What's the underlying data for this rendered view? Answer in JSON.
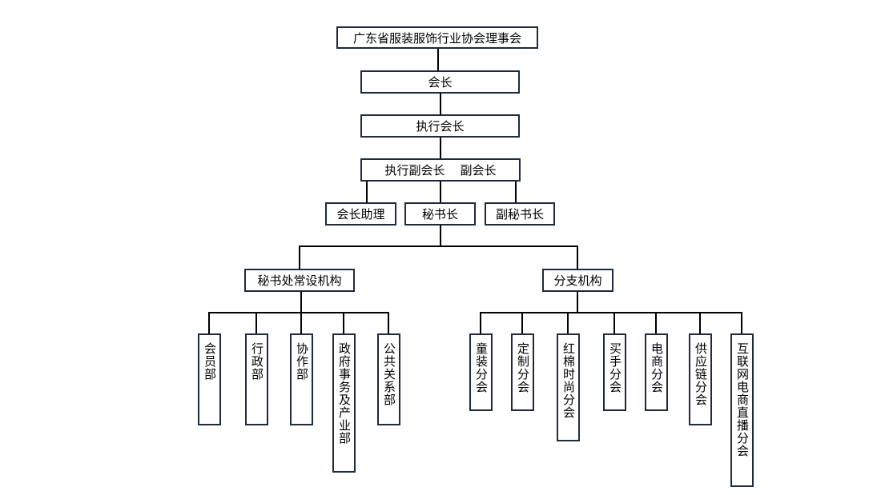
{
  "chart": {
    "top": "广东省服装服饰行业协会理事会",
    "president": "会长",
    "exec_president": "执行会长",
    "vice_level": "执行副会长    副会长",
    "assistant": "会长助理",
    "secretary_general": "秘书长",
    "deputy_secretary": "副秘书长",
    "secretariat": "秘书处常设机构",
    "branches": "分支机构",
    "secretariat_depts": [
      "会员部",
      "行政部",
      "协作部",
      "政府事务及产业部",
      "公共关系部"
    ],
    "branch_units": [
      "童装分会",
      "定制分会",
      "红棉时尚分会",
      "买手分会",
      "电商分会",
      "供应链分会",
      "互联网电商直播分会"
    ]
  }
}
